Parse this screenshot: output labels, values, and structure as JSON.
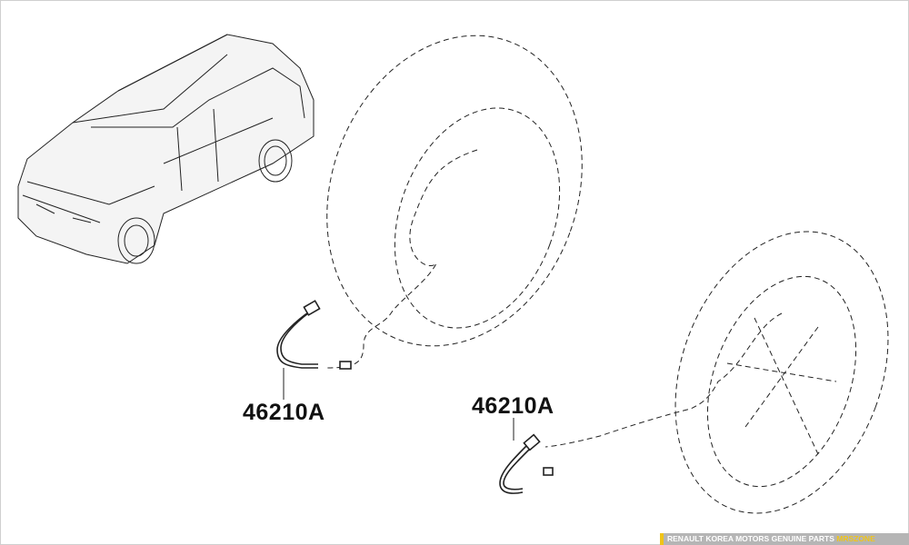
{
  "diagram": {
    "callouts": [
      {
        "part_number": "46210A"
      },
      {
        "part_number": "46210A"
      }
    ]
  },
  "footer": {
    "text": "RENAULT KOREA MOTORS GENUINE PARTS",
    "brand": "MRSZONE",
    "accent_color": "#f0c419"
  }
}
